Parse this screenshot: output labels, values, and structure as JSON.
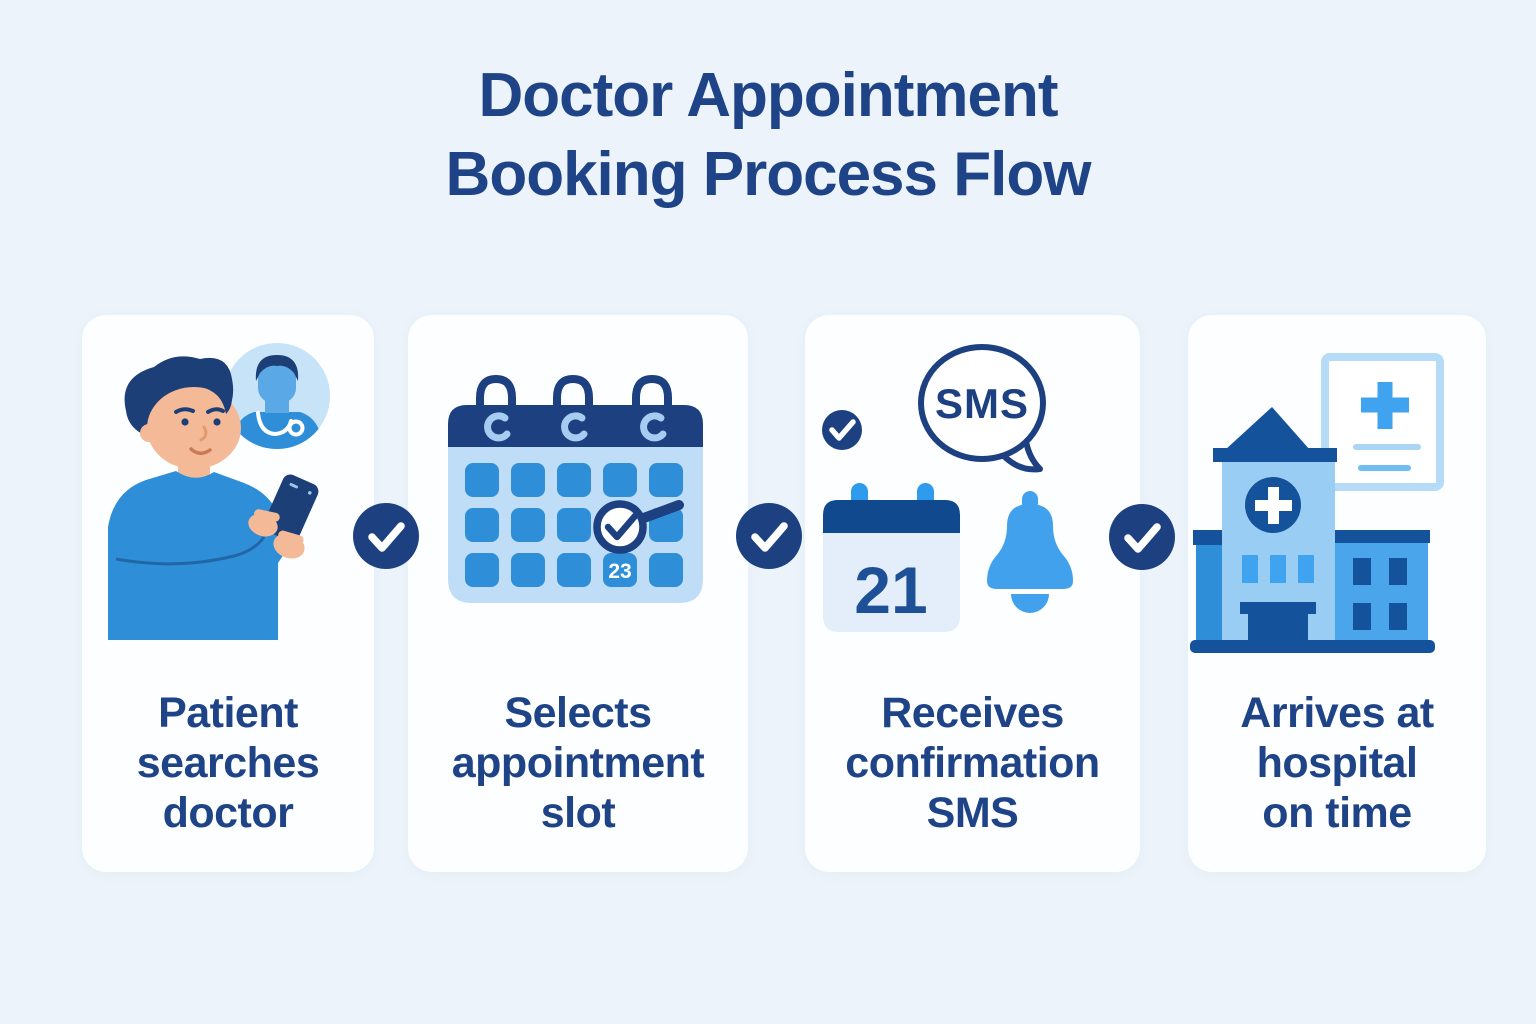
{
  "title": {
    "line1": "Doctor Appointment",
    "line2": "Booking Process Flow"
  },
  "steps": [
    {
      "id": "patient-searches-doctor",
      "label": "Patient\nsearches\ndoctor",
      "icon": "patient-searching-phone-icon"
    },
    {
      "id": "selects-appointment-slot",
      "label": "Selects\nappointment\nslot",
      "icon": "calendar-selected-date-icon",
      "selected_date": "23"
    },
    {
      "id": "receives-confirmation-sms",
      "label": "Receives\nconfirmation\nSMS",
      "icon": "sms-notification-icon",
      "sms_bubble_text": "SMS",
      "calendar_date": "21"
    },
    {
      "id": "arrives-at-hospital",
      "label": "Arrives at\nhospital\non time",
      "icon": "hospital-building-icon"
    }
  ],
  "connectors": [
    {
      "icon": "check-icon"
    },
    {
      "icon": "check-icon"
    },
    {
      "icon": "check-icon"
    }
  ],
  "palette": {
    "background": "#ecf3fa",
    "card": "#fdfeff",
    "navy": "#1c4080",
    "text_navy": "#1e4386",
    "royal": "#15529c",
    "blue": "#2e8ed8",
    "bright_blue": "#2f9bec",
    "sky": "#3fa3ef",
    "light_blue": "#bfddf7",
    "curl_blue": "#a6ccf1",
    "pale_blue": "#e4eefa",
    "bubble_blue": "#c7e3f8",
    "tower_blue": "#9acdf3",
    "wing_blue": "#4aa5ea",
    "bell_blue": "#42a1ed",
    "doc_border": "#b5dbf6",
    "doc_line1": "#aad5f4",
    "doc_line2": "#6fbdf1",
    "date_blue": "#1d5097",
    "cal3_header": "#11498f",
    "skin": "#f4ba97",
    "hair_navy": "#1d3f77",
    "face_blue": "#5aa8e6",
    "white": "#ffffff"
  }
}
